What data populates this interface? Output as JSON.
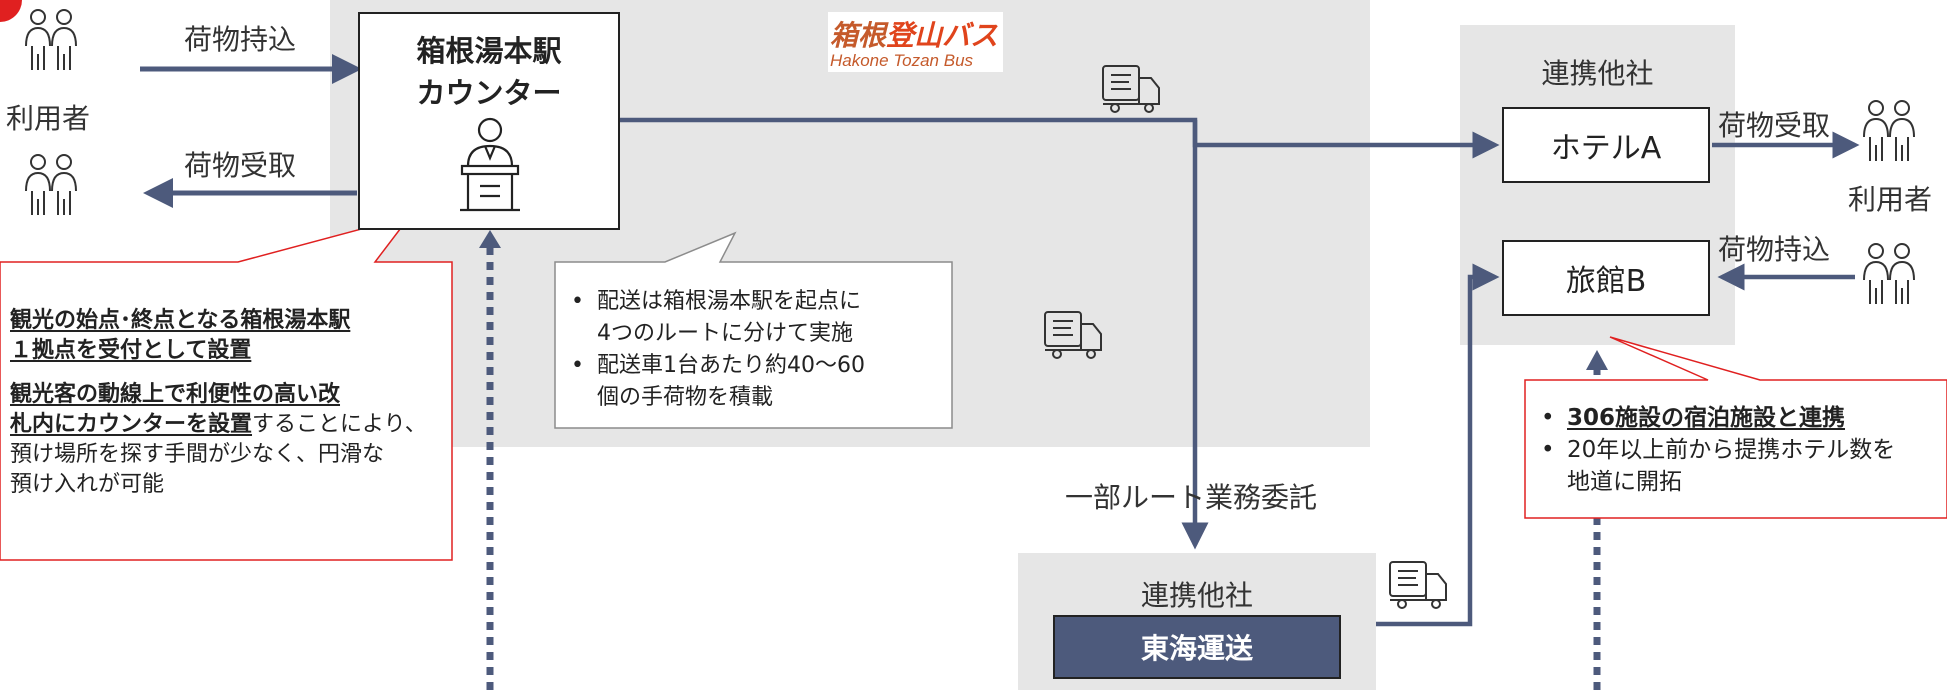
{
  "logo": {
    "jp_part1": "箱根",
    "jp_part2": "登山バス",
    "en": "Hakone Tozan Bus"
  },
  "left": {
    "user_label": "利用者",
    "drop_label": "荷物持込",
    "pickup_label": "荷物受取"
  },
  "counter": {
    "line1": "箱根湯本駅",
    "line2": "カウンター"
  },
  "left_callout": {
    "p1_line1": "観光の始点･終点となる箱根湯本駅",
    "p1_line2": "１拠点を受付として設置",
    "p2_line1": "観光客の動線上で利便性の高い改",
    "p2_line2_bold": "札内にカウンターを設置",
    "p2_line2_rest": "することにより、",
    "p2_line3": "預け場所を探す手間が少なく、円滑な",
    "p2_line4": "預け入れが可能"
  },
  "center_callout": {
    "b1_line1": "配送は箱根湯本駅を起点に",
    "b1_line2": "4つのルートに分けて実施",
    "b2_line1": "配送車1台あたり約40～60",
    "b2_line2": "個の手荷物を積載"
  },
  "outsource_label": "一部ルート業務委託",
  "partner_bottom": {
    "title": "連携他社",
    "company": "東海運送"
  },
  "partner_right": {
    "title": "連携他社",
    "hotel": "ホテルA",
    "ryokan": "旅館B",
    "pickup_label": "荷物受取",
    "drop_label": "荷物持込",
    "user_label": "利用者"
  },
  "right_callout": {
    "b1": "306施設の宿泊施設と連携",
    "b2_line1": "20年以上前から提携ホテル数を",
    "b2_line2": "地道に開拓"
  },
  "colors": {
    "arrow": "#4d5a7c",
    "panel": "#e6e6e6",
    "callout_border": "#e02020",
    "logo_orange": "#c55a2b",
    "logo_red": "#e0441c"
  }
}
